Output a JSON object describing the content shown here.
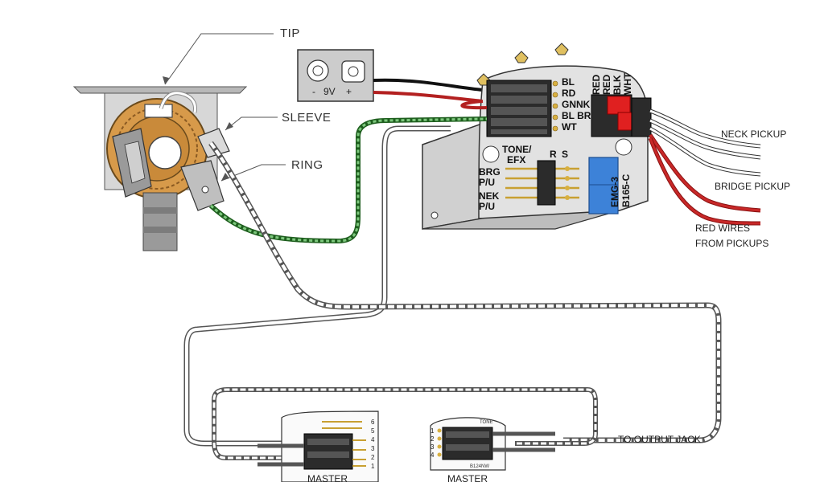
{
  "callouts": {
    "tip": "TIP",
    "sleeve": "SLEEVE",
    "ring": "RING"
  },
  "battery": {
    "voltage": "9V",
    "minus": "-",
    "plus": "+"
  },
  "board": {
    "header_left": [
      "BL",
      "RD",
      "GNNK",
      "BL BR",
      "WT"
    ],
    "header_top": [
      "RED",
      "RED",
      "BLK",
      "WHT"
    ],
    "tone_efx": [
      "TONE/",
      "EFX"
    ],
    "rs": [
      "R",
      "S"
    ],
    "brg_pu": [
      "BRG",
      "P/U"
    ],
    "nek_pu": [
      "NEK",
      "P/U"
    ],
    "model": [
      "EMG-3",
      "B165-C"
    ]
  },
  "labels": {
    "neck_pickup": "NECK PICKUP",
    "bridge_pickup": "BRIDGE PICKUP",
    "red_wires_1": "RED WIRES",
    "red_wires_2": "FROM PICKUPS",
    "output_jack": "TO OUTPUT JACK"
  },
  "pots": {
    "left_title": "MASTER",
    "right_title": "MASTER",
    "left_pins": [
      "6",
      "5",
      "4",
      "3",
      "2",
      "1"
    ],
    "right_pins": [
      "1",
      "2",
      "3",
      "4"
    ],
    "right_header": "TONE",
    "right_code": "B124NW"
  },
  "colors": {
    "red_wire": "#b32020",
    "green_wire": "#3a9a3a",
    "black_wire": "#111111",
    "connector_red": "#e02020",
    "connector_blue": "#3d82d8",
    "jack_orange": "#c98a3a",
    "board_gray": "#dcdcdc"
  }
}
